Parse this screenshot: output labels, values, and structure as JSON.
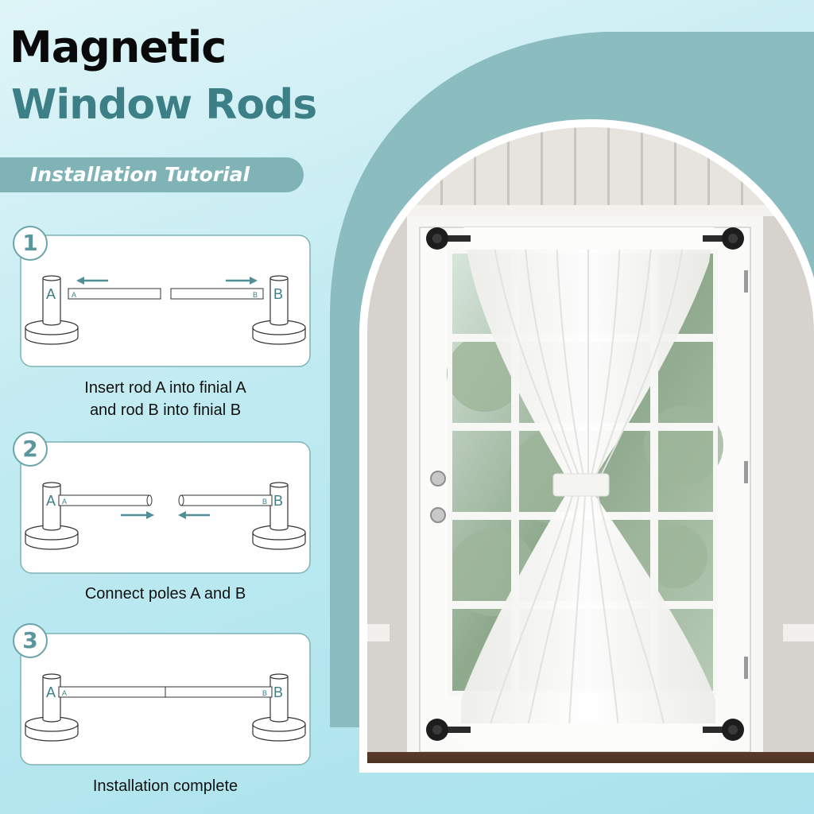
{
  "title": {
    "line1": "Magnetic",
    "line2": "Window Rods"
  },
  "tutorial_label": "Installation Tutorial",
  "steps": [
    {
      "number": "1",
      "caption_lines": [
        "Insert rod A into finial A",
        "and rod B into finial B"
      ],
      "left_finial": "A",
      "right_finial": "B",
      "rod_a_mark": "A",
      "rod_b_mark": "B"
    },
    {
      "number": "2",
      "caption_lines": [
        "Connect poles A and B"
      ],
      "left_finial": "A",
      "right_finial": "B",
      "rod_a_mark": "A",
      "rod_b_mark": "B"
    },
    {
      "number": "3",
      "caption_lines": [
        "Installation complete"
      ],
      "left_finial": "A",
      "right_finial": "B",
      "rod_a_mark": "A",
      "rod_b_mark": "B"
    }
  ],
  "colors": {
    "background": "#bfeaf1",
    "accent_teal": "#3c7f86",
    "pill": "#7fb3b6",
    "arch_band": "#8bbcc0",
    "arrow": "#4f8f95",
    "curtain": "#f8f8f6"
  },
  "icons": {
    "arrow_left": "arrow-left-icon",
    "arrow_right": "arrow-right-icon",
    "magnet_bracket": "magnet-bracket-icon"
  }
}
